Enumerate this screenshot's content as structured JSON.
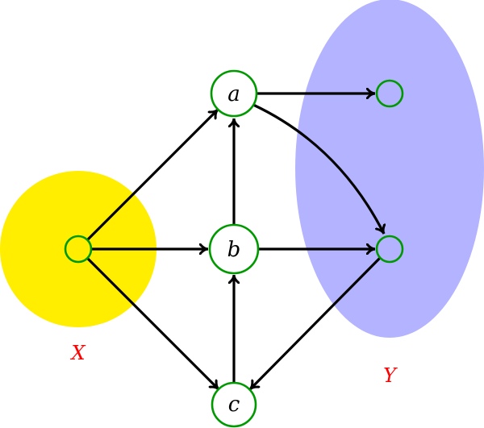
{
  "diagram": {
    "type": "directed-graph",
    "colors": {
      "set_x_fill": "#ffee00",
      "set_y_fill": "#b3b3ff",
      "node_stroke": "#009900",
      "edge": "#000000",
      "set_label": "#ff0000"
    },
    "sets": [
      {
        "id": "X",
        "label": "X",
        "shape": "circle"
      },
      {
        "id": "Y",
        "label": "Y",
        "shape": "ellipse"
      }
    ],
    "nodes": [
      {
        "id": "x",
        "label": "",
        "in_set": "X"
      },
      {
        "id": "a",
        "label": "a"
      },
      {
        "id": "b",
        "label": "b"
      },
      {
        "id": "c",
        "label": "c"
      },
      {
        "id": "y1",
        "label": "",
        "in_set": "Y"
      },
      {
        "id": "y2",
        "label": "",
        "in_set": "Y"
      }
    ],
    "edges": [
      {
        "from": "x",
        "to": "a"
      },
      {
        "from": "x",
        "to": "b"
      },
      {
        "from": "x",
        "to": "c"
      },
      {
        "from": "b",
        "to": "a"
      },
      {
        "from": "c",
        "to": "b"
      },
      {
        "from": "a",
        "to": "y1"
      },
      {
        "from": "a",
        "to": "y2",
        "curved": true
      },
      {
        "from": "b",
        "to": "y2"
      },
      {
        "from": "y2",
        "to": "c"
      }
    ]
  }
}
